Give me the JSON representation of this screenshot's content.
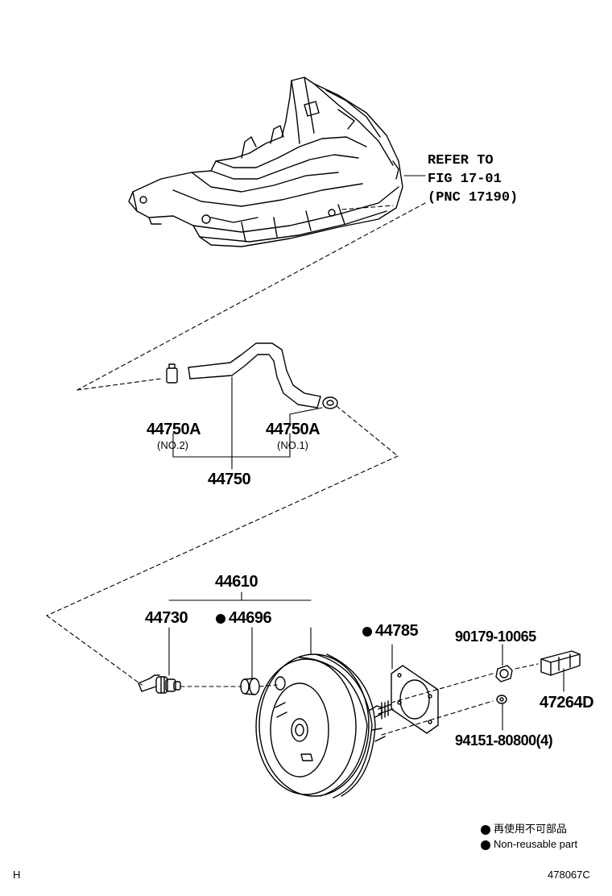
{
  "reference": {
    "line1": "REFER TO",
    "line2": "FIG 17-01",
    "line3": "(PNC 17190)"
  },
  "parts": {
    "clamp_no2": "44750A",
    "clamp_no2_sub": "(NO.2)",
    "clamp_no1": "44750A",
    "clamp_no1_sub": "(NO.1)",
    "hose": "44750",
    "booster_assy": "44610",
    "check_valve": "44730",
    "grommet": "44696",
    "gasket": "44785",
    "nut": "90179-10065",
    "clevis": "47264D",
    "washer": "94151-80800(4)"
  },
  "legend": {
    "jp": "再使用不可部品",
    "en": "Non-reusable part"
  },
  "footer": {
    "left": "H",
    "right": "478067C"
  },
  "colors": {
    "ink": "#000000",
    "paper": "#ffffff"
  }
}
